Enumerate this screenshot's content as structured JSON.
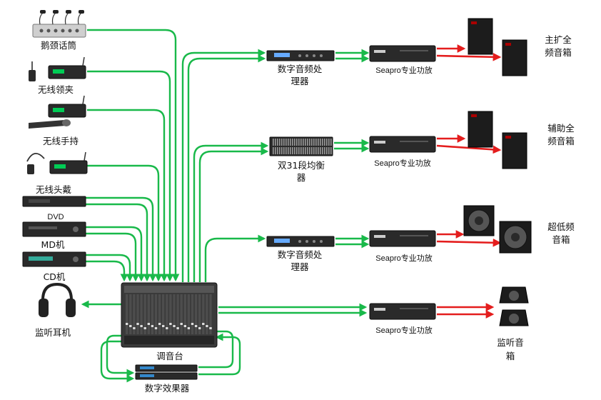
{
  "sources": {
    "gooseneck_mic": "鹅颈话筒",
    "wireless_lavalier": "无线领夹",
    "wireless_handheld": "无线手持",
    "wireless_headset": "无线头戴",
    "dvd": "DVD",
    "md": "MD机",
    "cd": "CD机",
    "headphones": "监听耳机"
  },
  "mixer": {
    "label": "调音台"
  },
  "effects": {
    "label": "数字效果器"
  },
  "processors": {
    "dsp1": [
      "数字音频处",
      "理器"
    ],
    "eq": [
      "双31段均衡",
      "器"
    ],
    "dsp2": [
      "数字音频处",
      "理器"
    ]
  },
  "amplifier_label": "Seapro专业功放",
  "speakers": {
    "main": [
      "主扩全",
      "频音箱"
    ],
    "aux": [
      "辅助全",
      "频音箱"
    ],
    "sub": [
      "超低频",
      "音箱"
    ],
    "monitor": [
      "监听音",
      "箱"
    ]
  },
  "colors": {
    "signal": "#19b94a",
    "speaker_cable": "#e41d1d"
  }
}
